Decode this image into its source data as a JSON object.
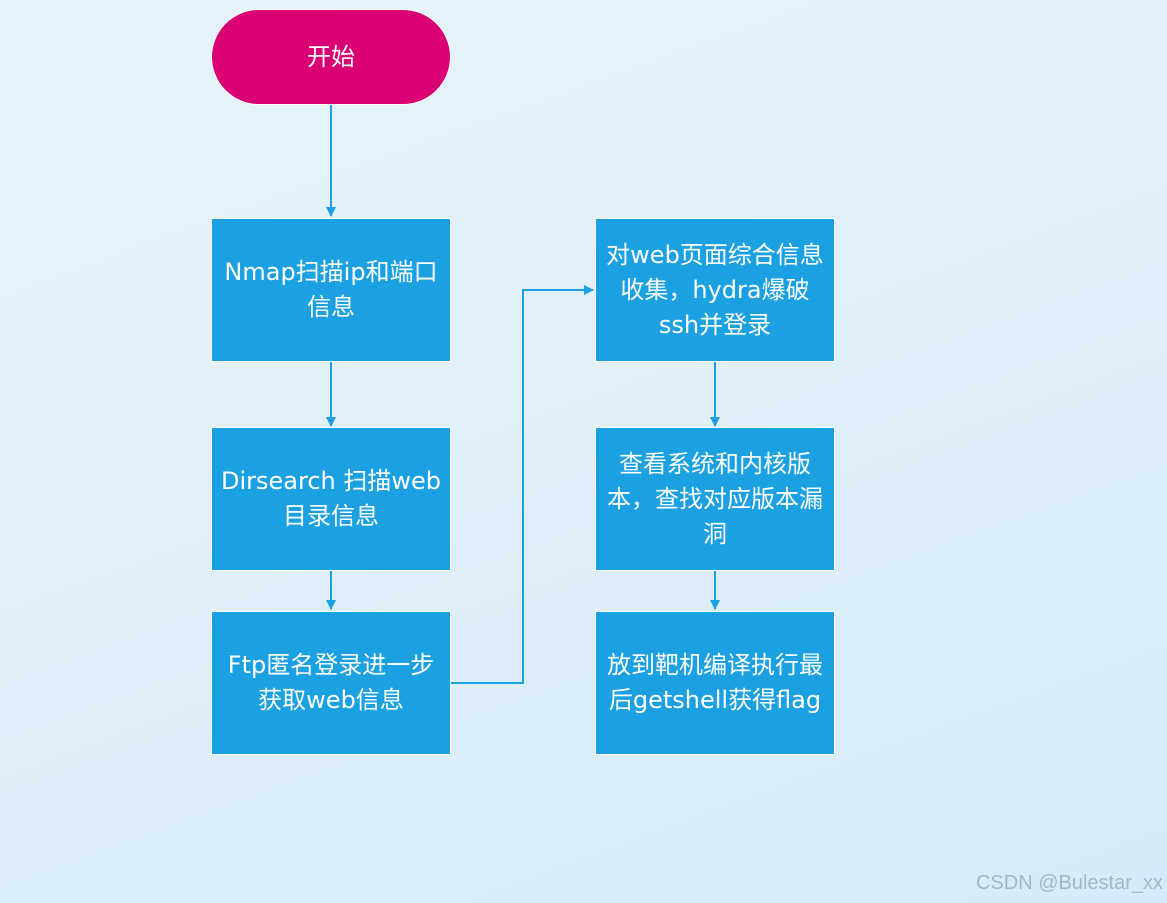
{
  "diagram": {
    "start": "开始",
    "steps": [
      "Nmap扫描ip和端口信息",
      "Dirsearch 扫描web目录信息",
      "Ftp匿名登录进一步获取web信息",
      "对web页面综合信息收集，hydra爆破ssh并登录",
      "查看系统和内核版本，查找对应版本漏洞",
      "放到靶机编译执行最后getshell获得flag"
    ]
  },
  "colors": {
    "start_fill": "#d80073",
    "box_fill": "#1ba1e2",
    "arrow": "#1ba1e2",
    "text": "#ffffff"
  },
  "watermark": "CSDN @Bulestar_xx"
}
